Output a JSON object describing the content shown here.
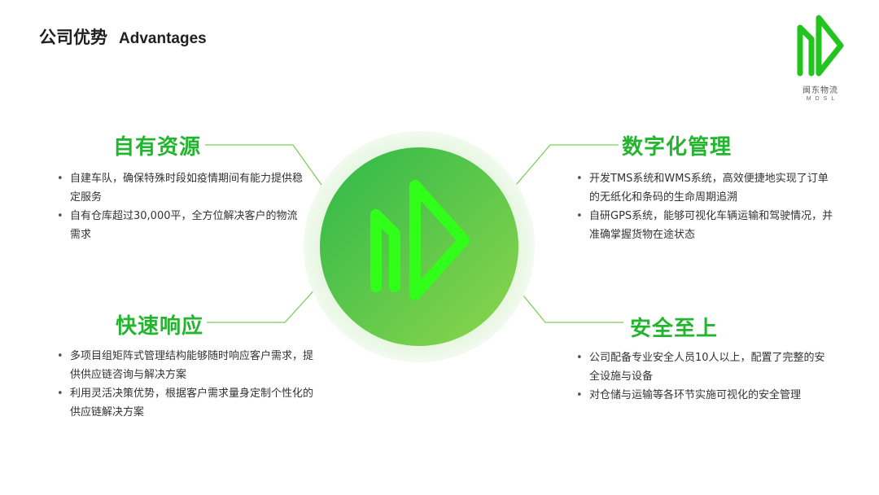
{
  "header": {
    "title_cn": "公司优势",
    "title_en": "Advantages"
  },
  "logo": {
    "name_cn": "闽东物流",
    "name_en": "MDSL",
    "icon": "md-logo-icon",
    "color": "#22c41e"
  },
  "colors": {
    "accent": "#24b52f",
    "connector": "#7ccf58",
    "circle_from": "#2eb84a",
    "circle_to": "#8ed64c"
  },
  "sections": {
    "resources": {
      "title": "自有资源",
      "items": [
        "自建车队，确保特殊时段如疫情期间有能力提供稳定服务",
        "自有仓库超过30,000平，全方位解决客户的物流需求"
      ]
    },
    "digital": {
      "title": "数字化管理",
      "items": [
        "开发TMS系统和WMS系统，高效便捷地实现了订单的无纸化和条码的生命周期追溯",
        "自研GPS系统，能够可视化车辆运输和驾驶情况，并准确掌握货物在途状态"
      ]
    },
    "fast": {
      "title": "快速响应",
      "items": [
        "多项目组矩阵式管理结构能够随时响应客户需求，提供供应链咨询与解决方案",
        "利用灵活决策优势，根据客户需求量身定制个性化的供应链解决方案"
      ]
    },
    "safety": {
      "title": "安全至上",
      "items": [
        "公司配备专业安全人员10人以上，配置了完整的安全设施与设备",
        "对仓储与运输等各环节实施可视化的安全管理"
      ]
    }
  }
}
